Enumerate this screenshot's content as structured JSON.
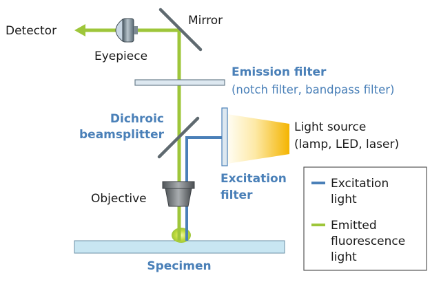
{
  "labels": {
    "detector": "Detector",
    "mirror": "Mirror",
    "eyepiece": "Eyepiece",
    "emission_filter_title": "Emission filter",
    "emission_filter_subtitle": "(notch filter, bandpass filter)",
    "dichroic_line1": "Dichroic",
    "dichroic_line2": "beamsplitter",
    "light_source_line1": "Light source",
    "light_source_line2": "(lamp, LED, laser)",
    "excitation_filter_line1": "Excitation",
    "excitation_filter_line2": "filter",
    "objective": "Objective",
    "specimen": "Specimen"
  },
  "legend": {
    "items": [
      {
        "line1": "Excitation",
        "line2": "light",
        "line3": "",
        "color": "#4a80b8"
      },
      {
        "line1": "Emitted",
        "line2": "fluorescence",
        "line3": "light",
        "color": "#9ec63a"
      }
    ]
  },
  "colors": {
    "emitted_light": "#9ec63a",
    "excitation_light": "#4a80b8",
    "label_blue": "#4a80b8",
    "specimen_fill": "#c8e6f2",
    "filter_fill": "#dde8f0",
    "light_source_glow": "#f4b400"
  }
}
